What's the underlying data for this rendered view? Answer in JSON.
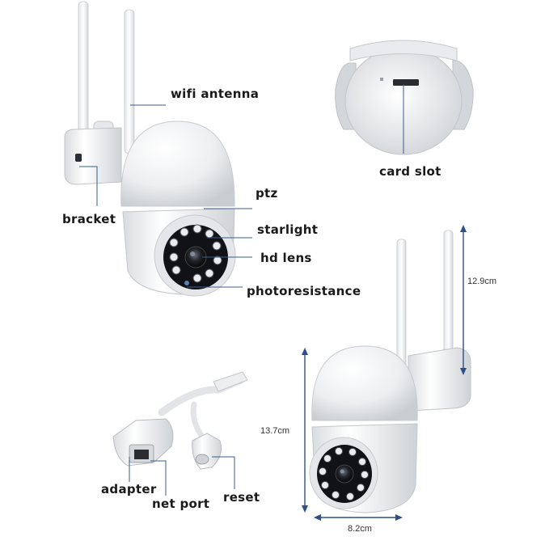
{
  "labels": {
    "wifi_antenna": "wifi antenna",
    "card_slot": "card slot",
    "ptz": "ptz",
    "bracket": "bracket",
    "starlight": "starlight",
    "hd_lens": "hd lens",
    "photoresistance": "photoresistance",
    "adapter": "adapter",
    "net_port": "net port",
    "reset": "reset"
  },
  "dimensions": {
    "height_total": "12.9cm",
    "height_body": "13.7cm",
    "width": "8.2cm"
  },
  "colors": {
    "leader_line": "#3a5f8f",
    "dimension_line": "#2f4f88",
    "label_text": "#1a1a1a"
  }
}
